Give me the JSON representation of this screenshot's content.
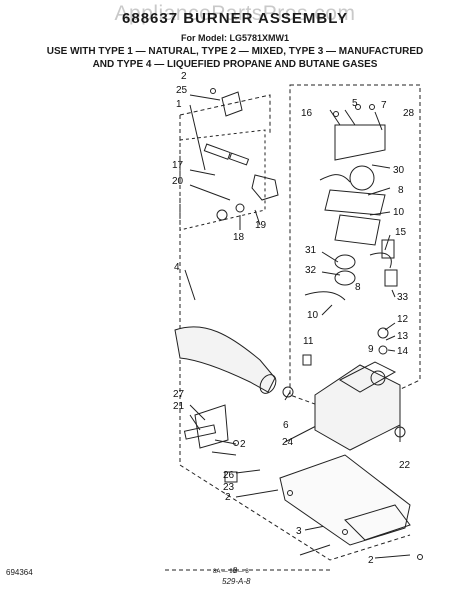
{
  "watermark": "AppliancePartsPros.com",
  "title": "688637 BURNER ASSEMBLY",
  "model_line": "For Model: LG5781XMW1",
  "use_line_1": "USE WITH TYPE 1 — NATURAL, TYPE 2 — MIXED, TYPE 3 — MANUFACTURED",
  "use_line_2": "AND TYPE 4 — LIQUEFIED PROPANE AND BUTANE GASES",
  "drawing_code": "8A — 99 — 8",
  "footer_left": "694364",
  "footer_page": "8",
  "footer_code": "529-A-8",
  "callouts": {
    "c1": "1",
    "c2a": "2",
    "c2b": "2",
    "c2c": "2",
    "c2d": "2",
    "c3": "3",
    "c4": "4",
    "c5": "5",
    "c6": "6",
    "c7": "7",
    "c8a": "8",
    "c8b": "8",
    "c9": "9",
    "c10a": "10",
    "c10b": "10",
    "c11": "11",
    "c12": "12",
    "c13": "13",
    "c14": "14",
    "c15": "15",
    "c16": "16",
    "c17": "17",
    "c18": "18",
    "c19": "19",
    "c20": "20",
    "c21": "21",
    "c22": "22",
    "c23": "23",
    "c24": "24",
    "c25": "25",
    "c26": "26",
    "c27": "27",
    "c28": "28",
    "c30": "30",
    "c31": "31",
    "c32": "32",
    "c33": "33"
  }
}
